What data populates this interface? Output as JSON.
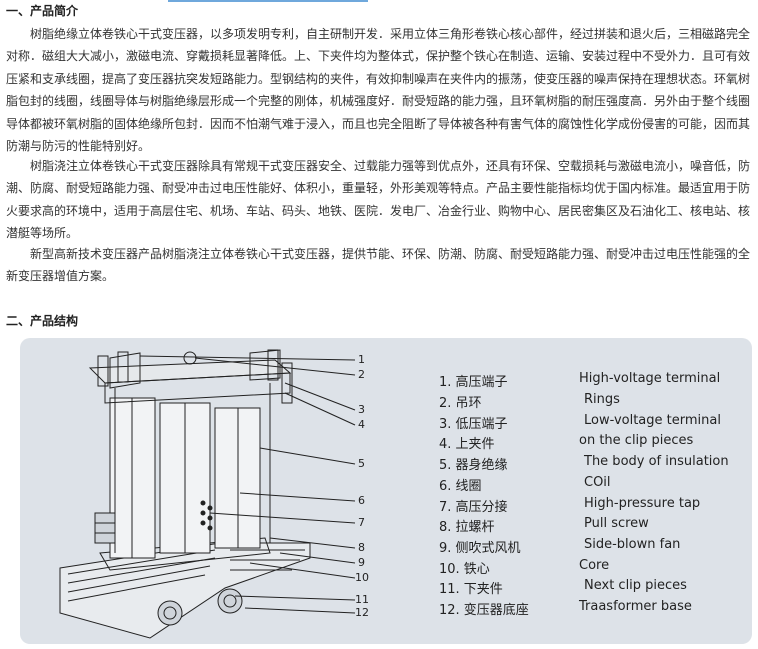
{
  "section1": {
    "title": "一、产品简介",
    "paragraphs": [
      "树脂绝缘立体卷铁心干式变压器，以多项发明专利，自主研制开发．采用立体三角形卷铁心核心部件，经过拼装和退火后，三相磁路完全对称．磁组大大减小，激磁电流、穿戴损耗显著降低。上、下夹件均为整体式，保护整个铁心在制造、运输、安装过程中不受外力．且可有效压紧和支承线圈，提高了变压器抗突发短路能力。型钢结构的夹件，有效抑制噪声在夹件内的振荡，使变压器的噪声保持在理想状态。环氧树脂包封的线圈，线圈导体与树脂绝缘层形成一个完整的刚体，机械强度好．耐受短路的能力强，且环氧树脂的耐压强度高．另外由于整个线圈导体都被环氧树脂的固体绝缘所包封．因而不怕潮气难于浸入，而且也完全阻断了导体被各种有害气体的腐蚀性化学成份侵害的可能，因而其防潮与防污的性能特别好。",
      "树脂浇注立体卷铁心干式变压器除具有常规干式变压器安全、过载能力强等到优点外，还具有环保、空载损耗与激磁电流小，噪音低，防潮、防腐、耐受短路能力强、耐受冲击过电压性能好、体积小，重量轻，外形美观等特点。产品主要性能指标均优于国内标准。最适宜用于防火要求高的环境中，适用于高层住宅、机场、车站、码头、地铁、医院．发电厂、冶金行业、购物中心、居民密集区及石油化工、核电站、核潜艇等场所。",
      "新型高新技术变压器产品树脂浇注立体卷铁心干式变压器，提供节能、环保、防潮、防腐、耐受短路能力强、耐受冲击过电压性能强的全新变压器增值方案。"
    ]
  },
  "section2": {
    "title": "二、产品结构",
    "callouts": [
      "1",
      "2",
      "3",
      "4",
      "5",
      "6",
      "7",
      "8",
      "9",
      "10",
      "11",
      "12"
    ],
    "legend": [
      {
        "zh": "1. 高压端子",
        "en": "High-voltage terminal"
      },
      {
        "zh": "2. 吊环",
        "en": "Rings"
      },
      {
        "zh": "3. 低压端子",
        "en": "Low-voltage terminal"
      },
      {
        "zh": "4. 上夹件",
        "en": "on the clip pieces"
      },
      {
        "zh": "5. 器身绝缘",
        "en": "The body of insulation"
      },
      {
        "zh": "6. 线圈",
        "en": "COil"
      },
      {
        "zh": "7. 高压分接",
        "en": "High-pressure tap"
      },
      {
        "zh": "8. 拉螺杆",
        "en": "Pull screw"
      },
      {
        "zh": "9. 侧吹式风机",
        "en": "Side-blown fan"
      },
      {
        "zh": "10. 铁心",
        "en": "Core"
      },
      {
        "zh": "11. 下夹件",
        "en": "Next clip pieces"
      },
      {
        "zh": "12. 变压器底座",
        "en": "Traasformer base"
      }
    ]
  },
  "colors": {
    "panel_bg": "#dde2e8",
    "top_rule": "#6fa8dc",
    "text": "#333333"
  }
}
